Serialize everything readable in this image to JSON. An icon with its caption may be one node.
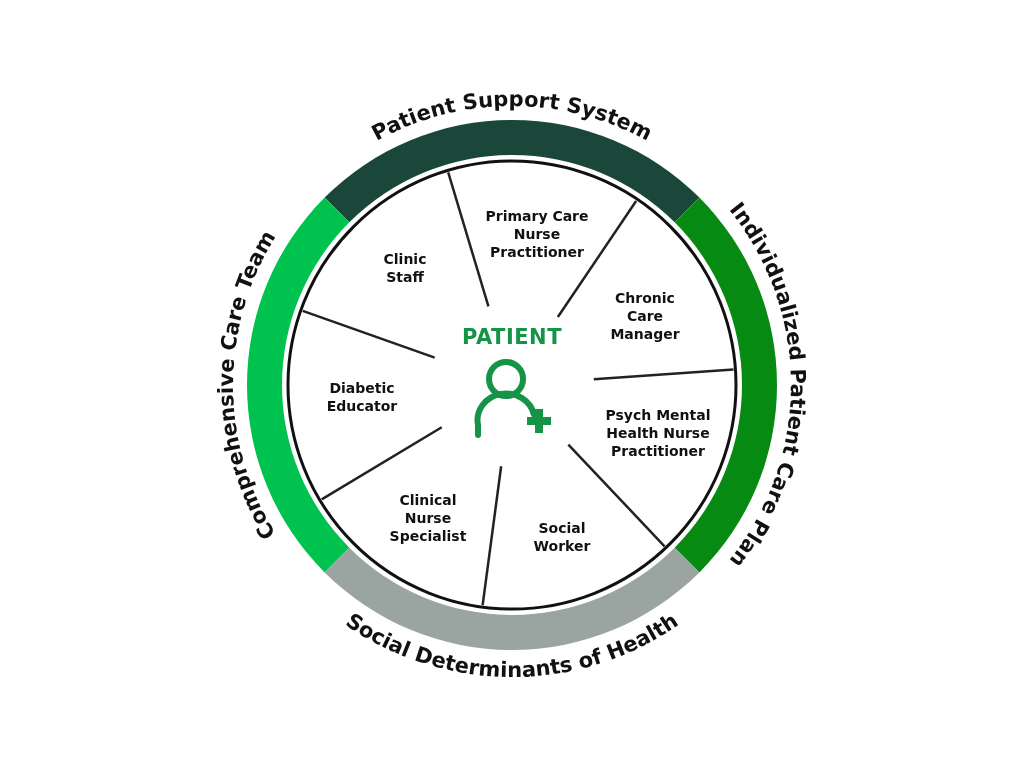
{
  "diagram": {
    "nodes": [
      {
        "text": [
          "Patient Support System"
        ]
      },
      {
        "text": [
          "Comprehensive Care Team"
        ]
      },
      {
        "text": [
          "Individualized Patient Care Plan"
        ]
      },
      {
        "text": [
          "Social Determinants of Health"
        ]
      },
      {
        "text": [
          "Primary Care Nurse Practitioner"
        ]
      },
      {
        "text": [
          "Clinic Staff"
        ]
      },
      {
        "text": [
          "Chronic Care Manager"
        ]
      },
      {
        "text": [
          "PATIENT"
        ]
      },
      {
        "text": [
          "Diabetic Educator"
        ]
      },
      {
        "text": [
          "Psych Mental Health Nurse Practitioner"
        ]
      },
      {
        "text": [
          "Clinical Nurse Specialist"
        ]
      },
      {
        "text": [
          "Social Worker"
        ]
      }
    ]
  }
}
